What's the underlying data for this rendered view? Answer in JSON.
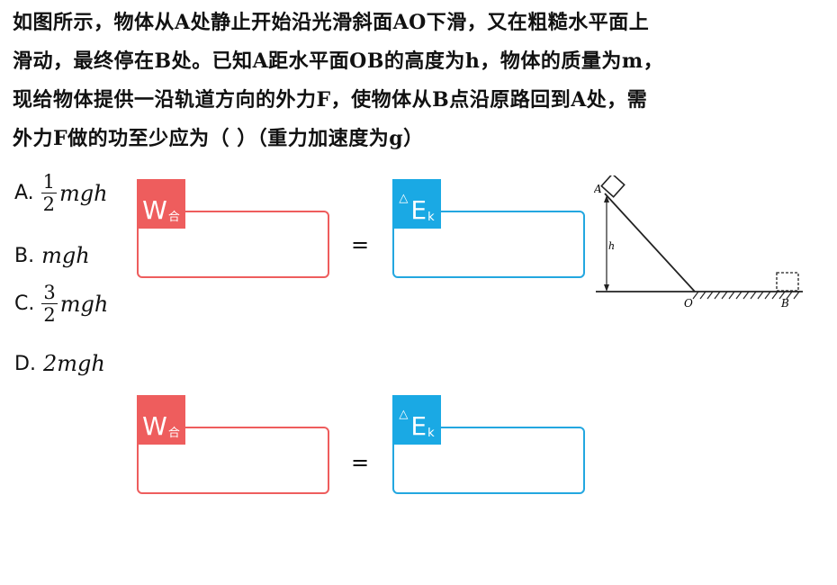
{
  "question": {
    "lines": [
      "如图所示，物体从A处静止开始沿光滑斜面AO下滑，又在粗糙水平面上",
      "滑动，最终停在B处。已知A距水平面OB的高度为h，物体的质量为m，",
      "现给物体提供一沿轨道方向的外力F，使物体从B点沿原路回到A处，需",
      "外力F做的功至少应为（    ）（重力加速度为g）"
    ]
  },
  "options": [
    {
      "letter": "A.",
      "frac_num": "1",
      "frac_den": "2",
      "expr": "mgh"
    },
    {
      "letter": "B.",
      "frac_num": "",
      "frac_den": "",
      "expr": "mgh"
    },
    {
      "letter": "C.",
      "frac_num": "3",
      "frac_den": "2",
      "expr": "mgh"
    },
    {
      "letter": "D.",
      "frac_num": "",
      "frac_den": "",
      "expr": "2mgh"
    }
  ],
  "equations": [
    {
      "left_tag": {
        "main": "W",
        "sub": "合"
      },
      "equals": "=",
      "right_tag": {
        "prefix": "△",
        "main": "E",
        "sub": "k"
      }
    },
    {
      "left_tag": {
        "main": "W",
        "sub": "合"
      },
      "equals": "=",
      "right_tag": {
        "prefix": "△",
        "main": "E",
        "sub": "k"
      }
    }
  ],
  "diagram": {
    "labels": {
      "A": "A",
      "h": "h",
      "O": "O",
      "B": "B"
    }
  },
  "colors": {
    "tag_red": "#ee5d5d",
    "tag_blue": "#1aa9e4",
    "text": "#111111"
  }
}
